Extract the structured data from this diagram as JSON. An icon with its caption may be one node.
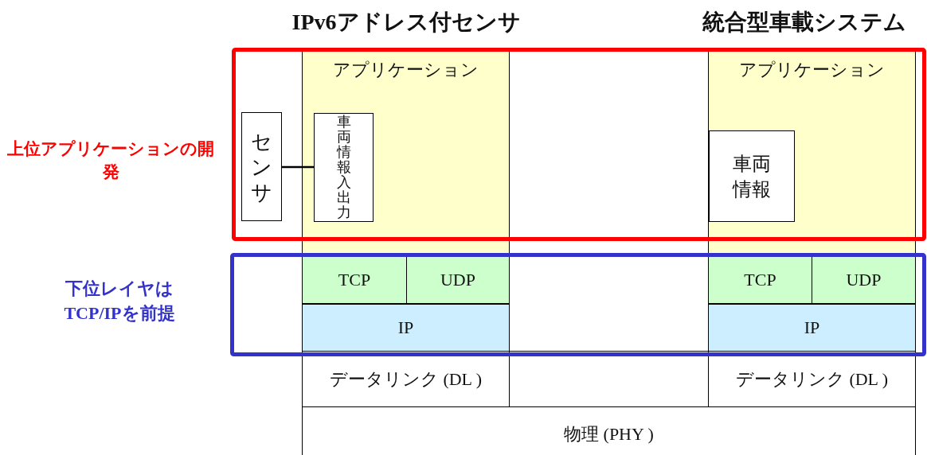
{
  "diagram": {
    "nodes": [
      {
        "text": [
          "アプリケーション"
        ]
      },
      {
        "text": [
          "センサ"
        ]
      },
      {
        "text": [
          "車両情報入出力"
        ],
        "in": 0
      },
      {
        "text": [
          "TCP"
        ]
      },
      {
        "text": [
          "UDP"
        ]
      },
      {
        "text": [
          "IP"
        ]
      },
      {
        "text": [
          "データリンク (DL )"
        ]
      },
      {
        "text": [
          "アプリケーション"
        ]
      },
      {
        "text": [
          "車両情報"
        ],
        "in": 7
      },
      {
        "text": [
          "TCP"
        ]
      },
      {
        "text": [
          "UDP"
        ]
      },
      {
        "text": [
          "IP"
        ]
      },
      {
        "text": [
          "データリンク (DL )"
        ]
      },
      {
        "text": [
          "物理 (PHY )"
        ]
      }
    ],
    "edges": [
      {
        "from": 1,
        "to": 2,
        "arrow": "none"
      }
    ],
    "labels": [
      "IPv6アドレス付センサ",
      "統合型車載システム",
      "上位アプリケーションの開発",
      "下位レイヤは TCP/IPを前提"
    ]
  }
}
